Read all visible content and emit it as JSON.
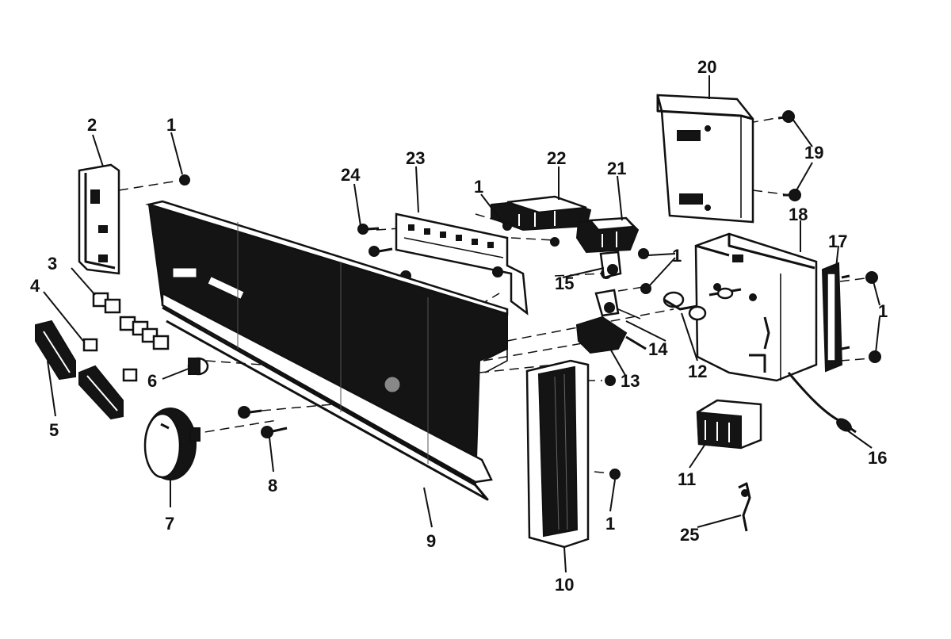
{
  "callouts": {
    "c1a": "1",
    "c1b": "1",
    "c1c": "1",
    "c1d": "1",
    "c1e": "1",
    "c2": "2",
    "c3": "3",
    "c4": "4",
    "c5": "5",
    "c6": "6",
    "c7": "7",
    "c8": "8",
    "c9": "9",
    "c10": "10",
    "c11": "11",
    "c12": "12",
    "c13": "13",
    "c14": "14",
    "c15": "15",
    "c16": "16",
    "c17": "17",
    "c18": "18",
    "c19": "19",
    "c20": "20",
    "c21": "21",
    "c22": "22",
    "c23": "23",
    "c24": "24",
    "c25": "25"
  }
}
